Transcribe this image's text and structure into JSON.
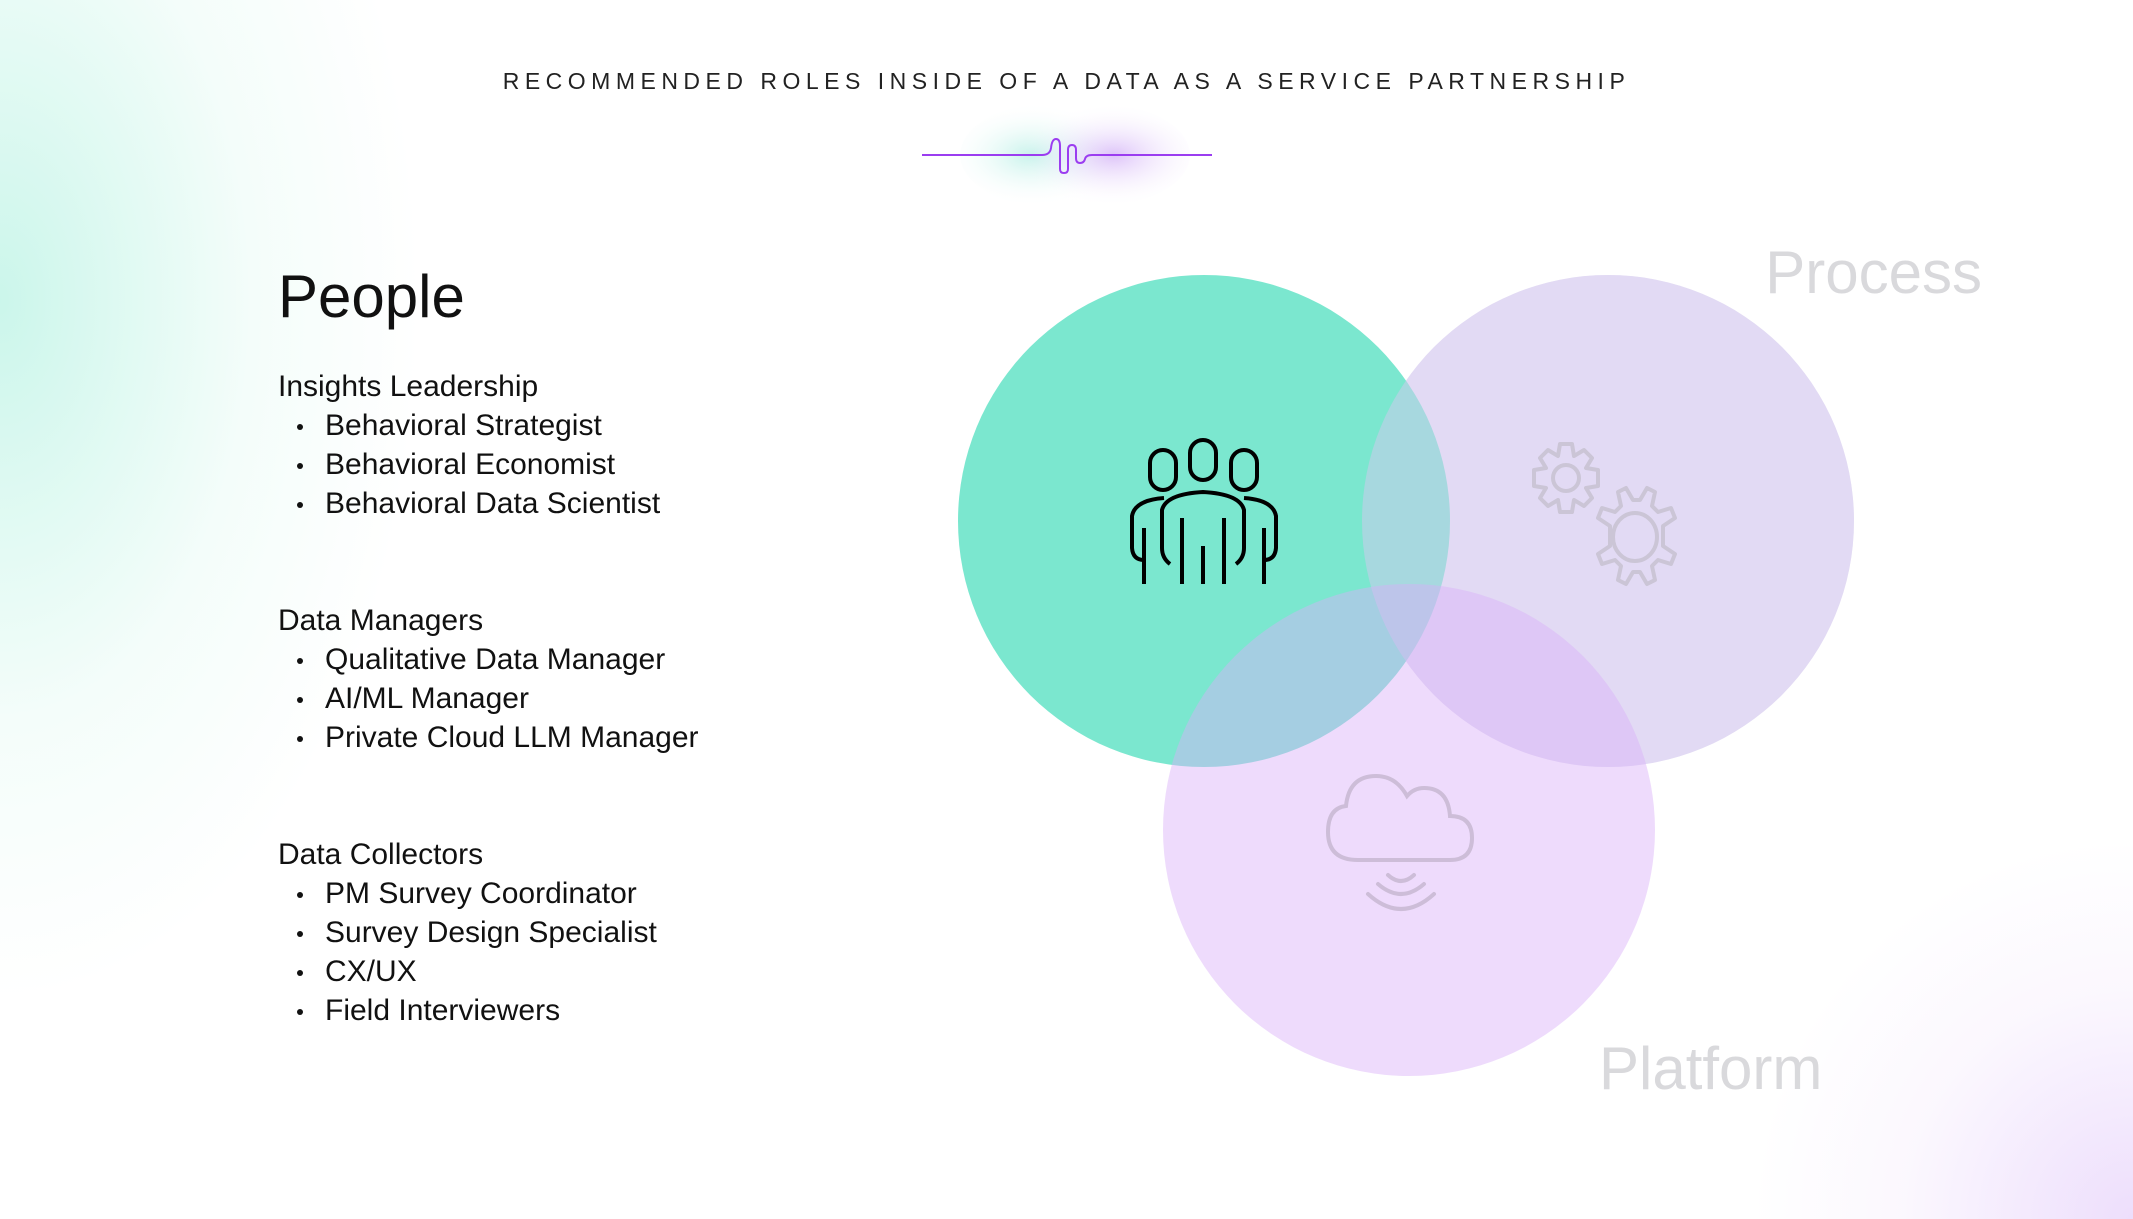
{
  "title": "RECOMMENDED ROLES INSIDE OF A DATA AS A SERVICE PARTNERSHIP",
  "people": {
    "heading": "People",
    "groups": [
      {
        "title": "Insights Leadership",
        "items": [
          "Behavioral Strategist",
          "Behavioral Economist",
          "Behavioral Data Scientist"
        ]
      },
      {
        "title": "Data Managers",
        "items": [
          "Qualitative Data Manager",
          "AI/ML Manager",
          "Private Cloud LLM Manager"
        ]
      },
      {
        "title": "Data Collectors",
        "items": [
          "PM Survey Coordinator",
          "Survey Design Specialist",
          "CX/UX",
          "Field Interviewers"
        ]
      }
    ]
  },
  "venn": {
    "people_icon": "people-group-icon",
    "process_label": "Process",
    "process_icon": "gears-icon",
    "platform_label": "Platform",
    "platform_icon": "cloud-signal-icon"
  },
  "colors": {
    "people": "#7de9d3",
    "process": "#ece7f8",
    "platform": "#efd9fc",
    "accent": "#9b3df0"
  }
}
